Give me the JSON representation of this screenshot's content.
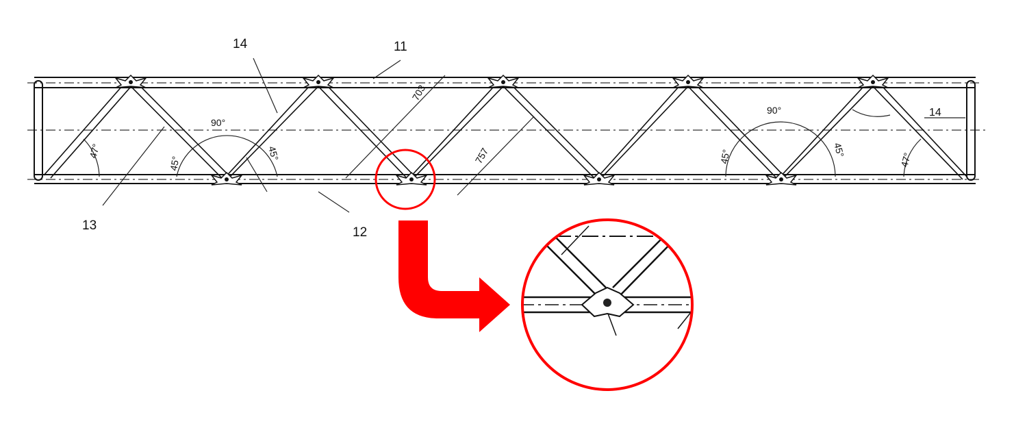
{
  "labels": {
    "top_chord": "11",
    "bottom_chord": "12",
    "diagonal": "13",
    "web_left": "14",
    "web_right": "14"
  },
  "angles": {
    "left_end": "47°",
    "left_apex": "90°",
    "left_a": "45°",
    "left_b": "45°",
    "right_apex": "90°",
    "right_a": "45°",
    "right_b": "45°",
    "right_end": "47°"
  },
  "dimensions": {
    "d1": "703",
    "d2": "757"
  },
  "highlight": {
    "color": "#ff0000"
  }
}
